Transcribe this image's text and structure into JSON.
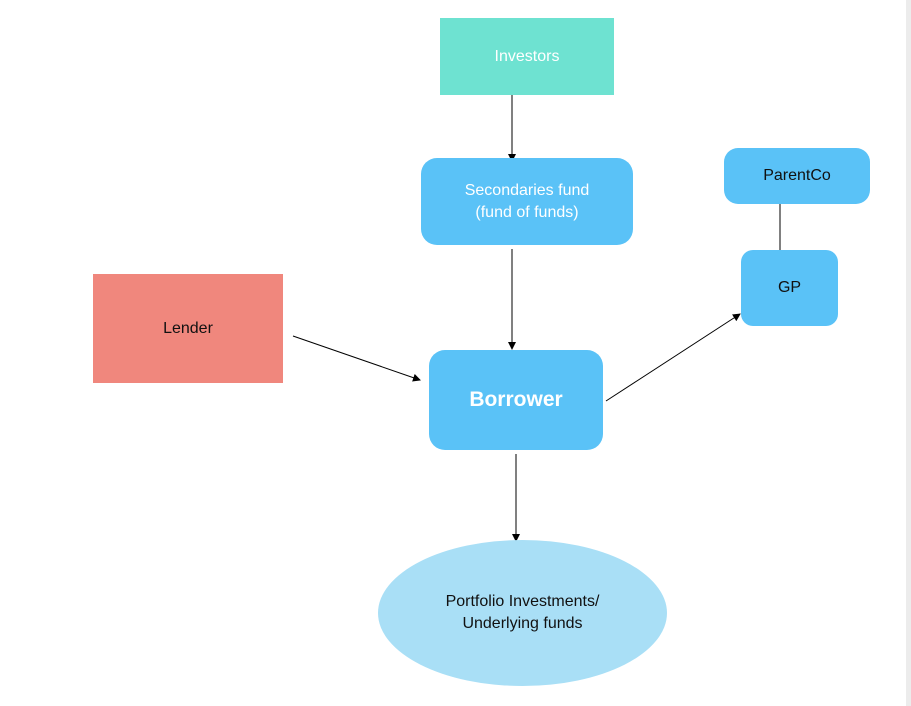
{
  "nodes": {
    "investors": "Investors",
    "secondaries": "Secondaries fund\n(fund of funds)",
    "parentco": "ParentCo",
    "gp": "GP",
    "lender": "Lender",
    "borrower": "Borrower",
    "portfolio": "Portfolio Investments/\nUnderlying funds"
  },
  "colors": {
    "investors": "#6ee2d1",
    "blue": "#5ac2f7",
    "lender": "#f0877d",
    "portfolio": "#a9dff6"
  }
}
